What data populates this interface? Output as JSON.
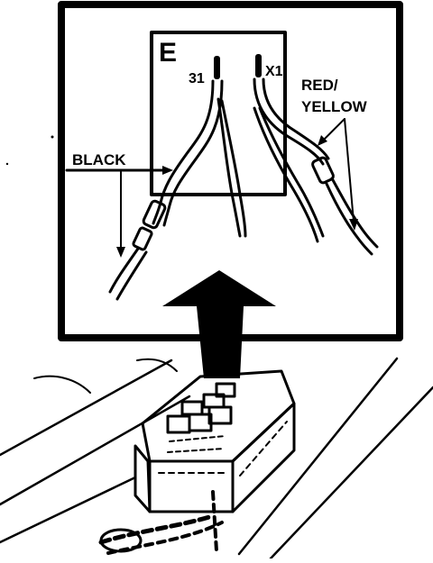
{
  "diagram": {
    "terminal_block_letter": "E",
    "terminal_left": "31",
    "terminal_right": "X1",
    "wire_label_left": "BLACK",
    "wire_label_right_line1": "RED/",
    "wire_label_right_line2": "YELLOW"
  },
  "colors": {
    "ink": "#000000",
    "paper": "#ffffff"
  }
}
